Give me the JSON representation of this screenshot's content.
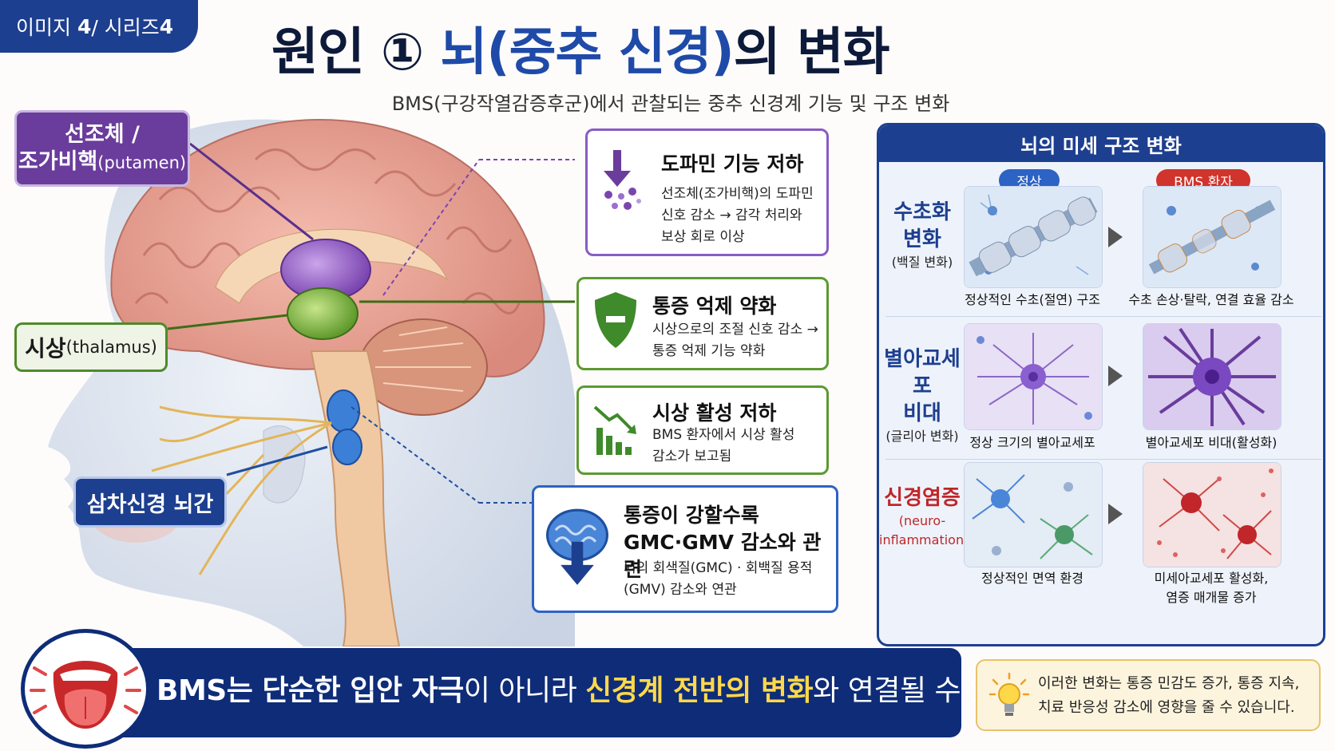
{
  "series_tag": {
    "prefix": "이미지",
    "num1": "4",
    "sep": " / 시리즈 ",
    "num2": "4"
  },
  "title": {
    "part1": "원인 ① ",
    "part2": "뇌(중추 신경)",
    "part3": "의 변화"
  },
  "subtitle": "BMS(구강작열감증후군)에서 관찰되는 중추 신경계 기능 및 구조 변화",
  "labels": {
    "putamen_line1": "선조체 /",
    "putamen_line2": "조가비핵",
    "putamen_en": "(putamen)",
    "thalamus": "시상",
    "thalamus_en": "(thalamus)",
    "trigeminal": "삼차신경 뇌간"
  },
  "cards": [
    {
      "title": "도파민 기능 저하",
      "body": "선조체(조가비핵)의 도파민\n신호 감소 → 감각 처리와\n보상 회로 이상",
      "icon": "dopamine-down-icon"
    },
    {
      "title": "통증 억제 약화",
      "body": "시상으로의 조절 신호 감소 →\n통증 억제 기능 약화",
      "icon": "shield-minus-icon"
    },
    {
      "title": "시상 활성 저하",
      "body": "BMS 환자에서 시상 활성\n감소가 보고됨",
      "icon": "chart-down-icon"
    },
    {
      "title": "통증이 강할수록\nGMC·GMV 감소와 관련",
      "body": "뇌의 회색질(GMC) · 회백질 용적\n(GMV) 감소와 연관",
      "icon": "brain-down-icon"
    }
  ],
  "micro_panel": {
    "header": "뇌의 미세 구조 변화",
    "normal_pill": "정상",
    "bms_pill": "BMS 환자",
    "rows": [
      {
        "label": "수초화\n변화",
        "sub": "(백질 변화)",
        "label_color": "#1d3f8f",
        "normal_caption": "정상적인 수초(절연) 구조",
        "bms_caption": "수초 손상·탈락, 연결 효율 감소"
      },
      {
        "label": "별아교세포\n비대",
        "sub": "(글리아 변화)",
        "label_color": "#1d3f8f",
        "normal_caption": "정상 크기의 별아교세포",
        "bms_caption": "별아교세포 비대(활성화)"
      },
      {
        "label": "신경염증",
        "sub": "(neuro-\ninflammation)",
        "label_color": "#c0262a",
        "normal_caption": "정상적인 면역 환경",
        "bms_caption": "미세아교세포 활성화,\n염증 매개물 증가"
      }
    ]
  },
  "banner": {
    "part1": "BMS는 단순한 입안 자극",
    "part2": "이 아니라 ",
    "part3": "신경계 전반의 변화",
    "part4": "와 연결될 수 있습니다."
  },
  "tip": "이러한 변화는 통증 민감도 증가, 통증 지속,\n치료 반응성 감소에 영향을 줄 수 있습니다.",
  "colors": {
    "navy": "#1d3f8f",
    "purple": "#6a3c9c",
    "green": "#5b9a30",
    "red": "#d0342c",
    "yellow": "#ffd84a"
  }
}
